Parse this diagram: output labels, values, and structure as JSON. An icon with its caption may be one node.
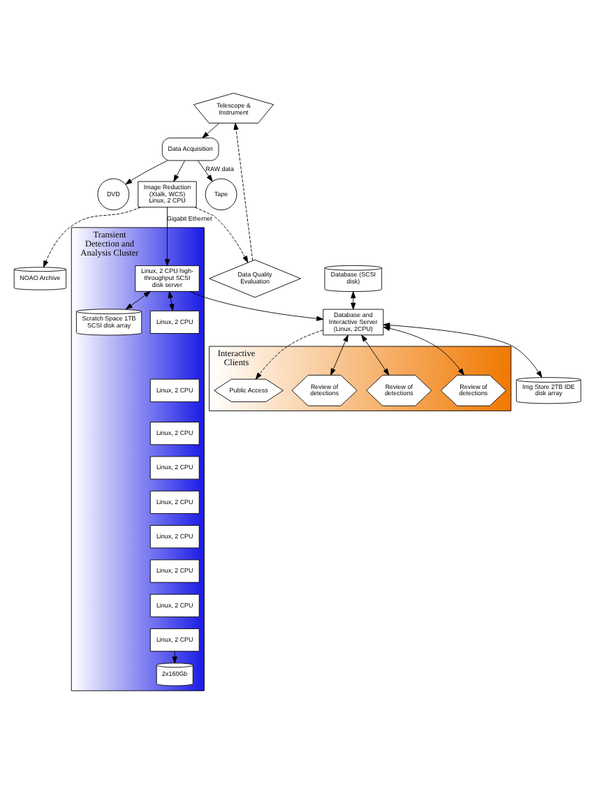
{
  "diagram": {
    "nodes": [
      {
        "text": [
          "Telescope & Instrument"
        ]
      },
      {
        "text": [
          "Data Acquisition"
        ]
      },
      {
        "text": [
          "Tape"
        ]
      },
      {
        "text": [
          "DVD"
        ]
      },
      {
        "text": [
          "Data Quality Evaluation"
        ]
      },
      {
        "text": [
          "Image Reduction",
          "(Xtalk, WCS) Linux, 2 CPU"
        ]
      },
      {
        "text": [
          "NOAO Archive"
        ]
      },
      {
        "text": [
          "Transient Detection and Analysis Cluster"
        ]
      },
      {
        "text": [
          "Linux, 2 CPU high-throughput SCSI disk server"
        ],
        "in": 7
      },
      {
        "text": [
          "Scratch Space 1TB SCSI disk array"
        ],
        "in": 7
      },
      {
        "text": [
          "Linux, 2 CPU"
        ],
        "in": 7
      },
      {
        "text": [
          "Linux, 2 CPU"
        ],
        "in": 7
      },
      {
        "text": [
          "Linux, 2 CPU"
        ],
        "in": 7
      },
      {
        "text": [
          "Linux, 2 CPU"
        ],
        "in": 7
      },
      {
        "text": [
          "Linux, 2 CPU"
        ],
        "in": 7
      },
      {
        "text": [
          "Linux, 2 CPU"
        ],
        "in": 7
      },
      {
        "text": [
          "Linux, 2 CPU"
        ],
        "in": 7
      },
      {
        "text": [
          "Linux, 2 CPU"
        ],
        "in": 7
      },
      {
        "text": [
          "Linux, 2 CPU"
        ],
        "in": 7
      },
      {
        "text": [
          "2x160Gb"
        ],
        "in": 7
      },
      {
        "text": [
          "Database and Interactive Server (Linux, 2CPU)"
        ]
      },
      {
        "text": [
          "Database (SCSI disk)"
        ]
      },
      {
        "text": [
          "Img Store 2TB IDE disk array"
        ]
      },
      {
        "text": [
          "Interactive Clients"
        ]
      },
      {
        "text": [
          "Public Access"
        ],
        "in": 23
      },
      {
        "text": [
          "Review of detections"
        ],
        "in": 23
      },
      {
        "text": [
          "Review of detections"
        ],
        "in": 23
      },
      {
        "text": [
          "Review of detections"
        ],
        "in": 23
      }
    ],
    "edges": [
      {
        "from": 0,
        "to": 1,
        "arrow": "to"
      },
      {
        "from": 1,
        "to": 2,
        "arrow": "to",
        "label": "RAW data"
      },
      {
        "from": 1,
        "to": 3,
        "arrow": "to"
      },
      {
        "from": 4,
        "to": 0,
        "arrow": "to",
        "style": "dashed"
      },
      {
        "from": 5,
        "to": 4,
        "arrow": "to",
        "style": "dashed"
      },
      {
        "from": 5,
        "to": 6,
        "arrow": "to",
        "style": "dashed"
      },
      {
        "from": 1,
        "to": 5,
        "arrow": "to"
      },
      {
        "from": 5,
        "to": 8,
        "arrow": "to",
        "label": "Gigabit Ethernet"
      },
      {
        "from": 8,
        "to": 10,
        "arrow": "both"
      },
      {
        "from": 8,
        "to": 9,
        "arrow": "both"
      },
      {
        "from": 18,
        "to": 19,
        "arrow": "to"
      },
      {
        "from": 8,
        "to": 20,
        "arrow": "to"
      },
      {
        "from": 21,
        "to": 20,
        "arrow": "both"
      },
      {
        "from": 20,
        "to": 22,
        "arrow": "both"
      },
      {
        "from": 20,
        "to": 24,
        "arrow": "to",
        "style": "dashed"
      },
      {
        "from": 20,
        "to": 25,
        "arrow": "both"
      },
      {
        "from": 20,
        "to": 26,
        "arrow": "both"
      },
      {
        "from": 20,
        "to": 27,
        "arrow": "both"
      }
    ]
  }
}
